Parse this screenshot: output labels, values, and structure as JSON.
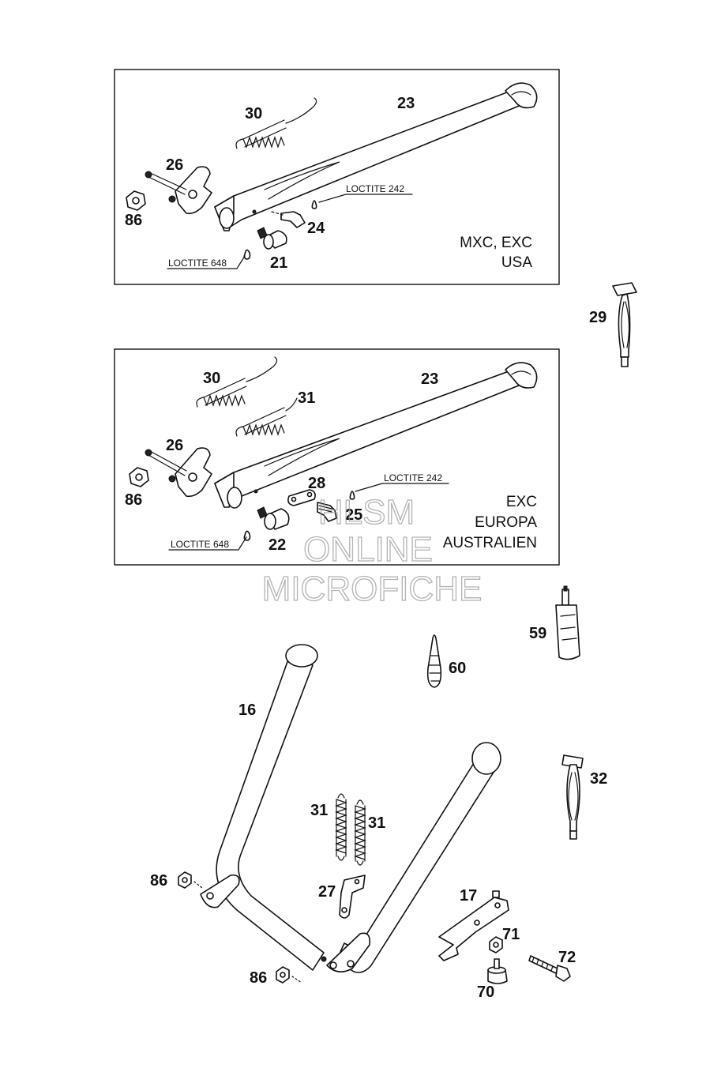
{
  "panels": [
    {
      "variant_lines": [
        "MXC, EXC",
        "USA"
      ],
      "callouts": {
        "spring": "30",
        "stand": "23",
        "pivot": "26",
        "nut": "86",
        "bolt": "24",
        "bushing": "21"
      },
      "notes": {
        "upper": "LOCTITE 242",
        "lower": "LOCTITE 648"
      }
    },
    {
      "variant_lines": [
        "EXC",
        "EUROPA",
        "AUSTRALIEN"
      ],
      "callouts": {
        "spring1": "30",
        "spring2": "31",
        "stand": "23",
        "pivot": "26",
        "nut": "86",
        "plate": "28",
        "bolt": "25",
        "bushing": "22"
      },
      "notes": {
        "upper": "LOCTITE 242",
        "lower": "LOCTITE 648"
      }
    }
  ],
  "side_parts": {
    "tool_top": "29",
    "tube": "59",
    "bottle": "60",
    "tool_bottom": "32"
  },
  "center_stand": {
    "frame": "16",
    "spring_left": "31",
    "spring_right": "31",
    "bracket": "27",
    "nut_upper": "86",
    "nut_lower": "86",
    "fork": "17",
    "nut_small": "71",
    "bolt_long": "72",
    "bumper": "70"
  },
  "watermark": [
    "HLSM",
    "ONLINE",
    "MICROFICHE"
  ]
}
